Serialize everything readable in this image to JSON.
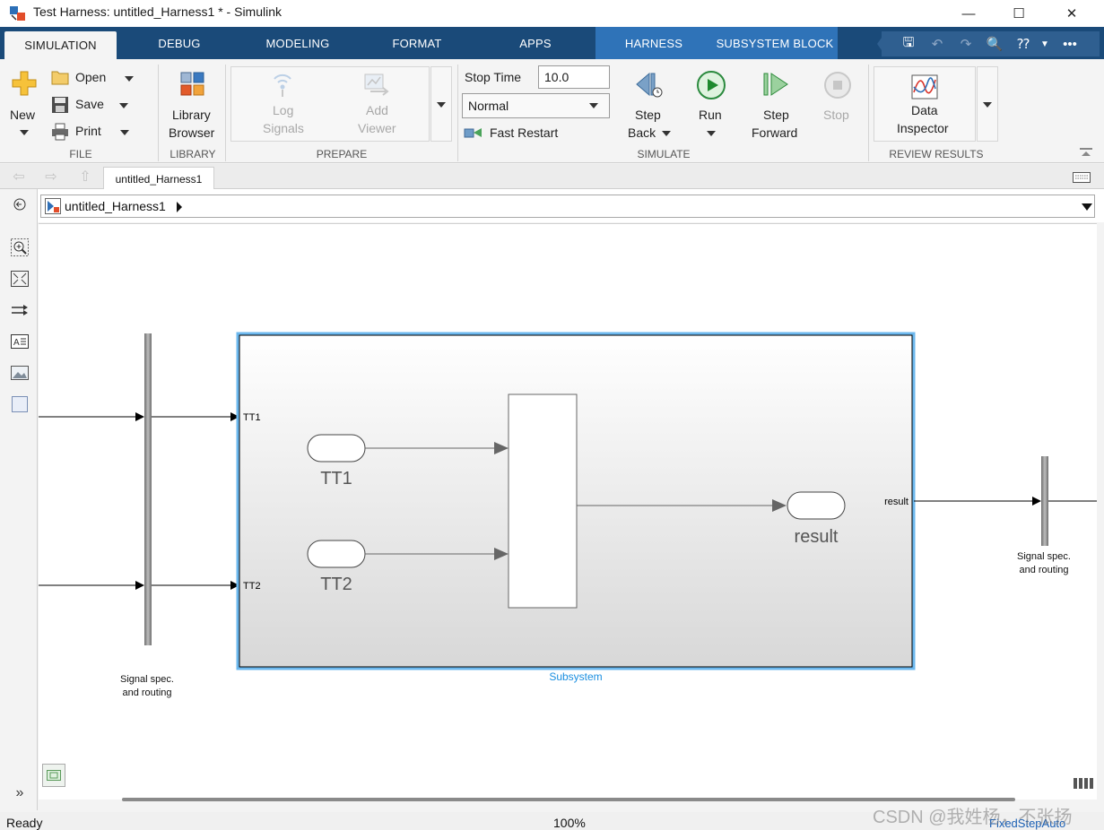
{
  "window": {
    "title": "Test Harness: untitled_Harness1 * - Simulink",
    "minimize": "—",
    "maximize": "☐",
    "close": "✕"
  },
  "tabs": [
    {
      "label": "SIMULATION",
      "active": true
    },
    {
      "label": "DEBUG"
    },
    {
      "label": "MODELING"
    },
    {
      "label": "FORMAT"
    },
    {
      "label": "APPS"
    },
    {
      "label": "HARNESS",
      "contextual": true
    },
    {
      "label": "SUBSYSTEM BLOCK",
      "contextual": true
    }
  ],
  "ribbon": {
    "file": {
      "group_label": "FILE",
      "new_label": "New",
      "open_label": "Open",
      "save_label": "Save",
      "print_label": "Print"
    },
    "library": {
      "group_label": "LIBRARY",
      "line1": "Library",
      "line2": "Browser"
    },
    "prepare": {
      "group_label": "PREPARE",
      "log_line1": "Log",
      "log_line2": "Signals",
      "add_line1": "Add",
      "add_line2": "Viewer"
    },
    "simulate": {
      "group_label": "SIMULATE",
      "stop_time_label": "Stop Time",
      "stop_time_value": "10.0",
      "mode_value": "Normal",
      "fast_restart_label": "Fast Restart",
      "step_back_line1": "Step",
      "step_back_line2": "Back",
      "run_label": "Run",
      "step_fwd_line1": "Step",
      "step_fwd_line2": "Forward",
      "stop_label": "Stop"
    },
    "review": {
      "group_label": "REVIEW RESULTS",
      "line1": "Data",
      "line2": "Inspector"
    }
  },
  "editor": {
    "model_tab": "untitled_Harness1",
    "breadcrumb": "untitled_Harness1"
  },
  "diagram": {
    "subsystem_label": "Subsystem",
    "port_in1": "TT1",
    "port_in2": "TT2",
    "port_out": "result",
    "inner_in1": "TT1",
    "inner_in2": "TT2",
    "inner_out": "result",
    "left_block_line1": "Signal spec.",
    "left_block_line2": "and routing",
    "right_block_line1": "Signal spec.",
    "right_block_line2": "and routing"
  },
  "status": {
    "left": "Ready",
    "zoom": "100%",
    "solver": "FixedStepAuto"
  },
  "watermark": "CSDN @我姓杨，不张扬"
}
